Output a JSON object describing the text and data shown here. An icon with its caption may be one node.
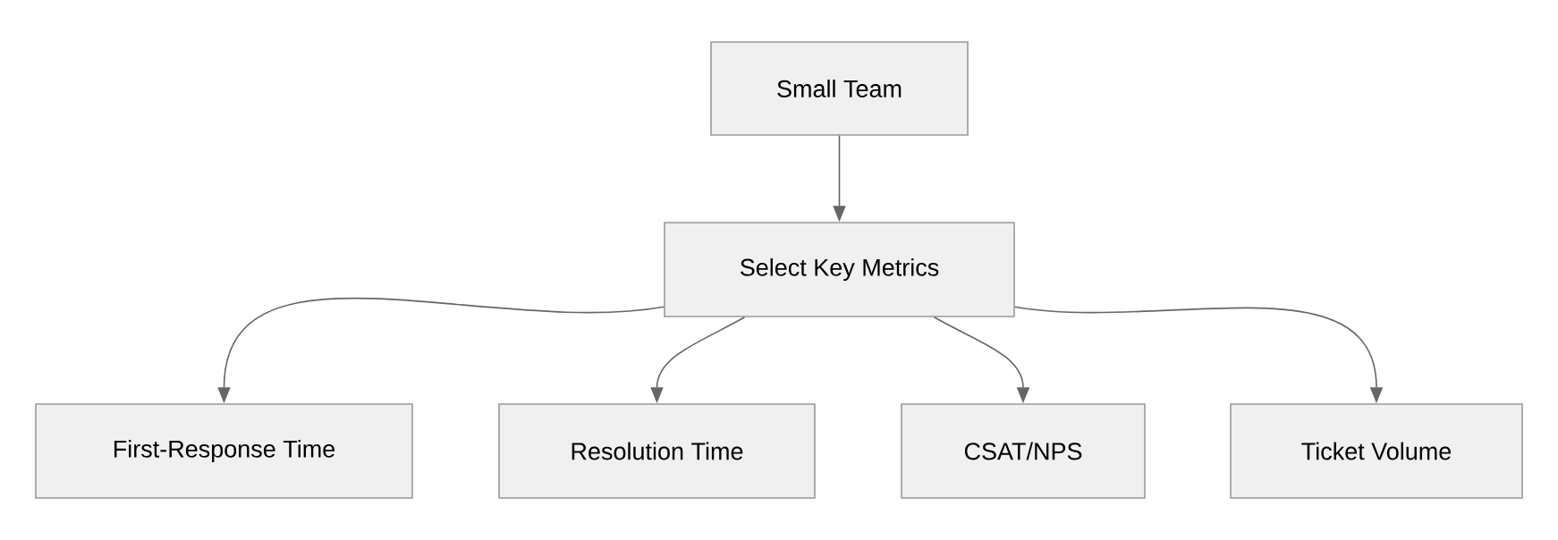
{
  "diagram": {
    "nodes": [
      {
        "text": [
          "Small Team"
        ]
      },
      {
        "text": [
          "Select Key Metrics"
        ]
      },
      {
        "text": [
          "First-Response Time"
        ]
      },
      {
        "text": [
          "Resolution Time"
        ]
      },
      {
        "text": [
          "CSAT/NPS"
        ]
      },
      {
        "text": [
          "Ticket Volume"
        ]
      }
    ],
    "edges": [
      {
        "from": 0,
        "to": 1,
        "arrow": "to"
      },
      {
        "from": 1,
        "to": 2,
        "arrow": "to"
      },
      {
        "from": 1,
        "to": 3,
        "arrow": "to"
      },
      {
        "from": 1,
        "to": 4,
        "arrow": "to"
      },
      {
        "from": 1,
        "to": 5,
        "arrow": "to"
      }
    ]
  }
}
